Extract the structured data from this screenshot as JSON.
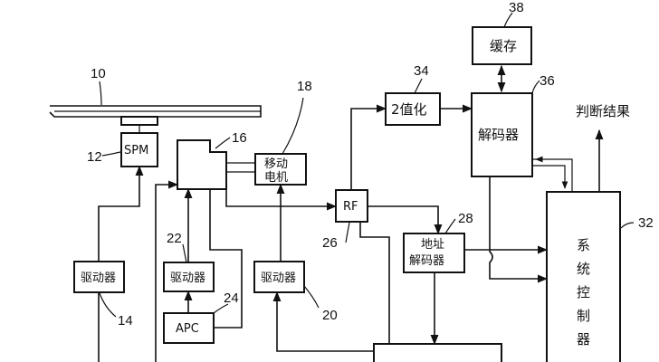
{
  "labels": {
    "n38": "38",
    "cache": "缓存",
    "n34": "34",
    "binarize": "2值化",
    "n36": "36",
    "decoder": "解码器",
    "judge": "判断结果",
    "n10": "10",
    "n18": "18",
    "n12": "12",
    "spm": "SPM",
    "n16": "16",
    "motor_line1": "移动",
    "motor_line2": "电机",
    "rf": "RF",
    "n32": "32",
    "n22": "22",
    "n28": "28",
    "addr_line1": "地址",
    "addr_line2": "解码器",
    "n26": "26",
    "sys1": "系",
    "sys2": "统",
    "sys3": "控",
    "sys4": "制",
    "sys5": "器",
    "drv14": "驱动器",
    "drv22": "驱动器",
    "drv20": "驱动器",
    "n24": "24",
    "n14": "14",
    "n20": "20",
    "apc": "APC"
  }
}
